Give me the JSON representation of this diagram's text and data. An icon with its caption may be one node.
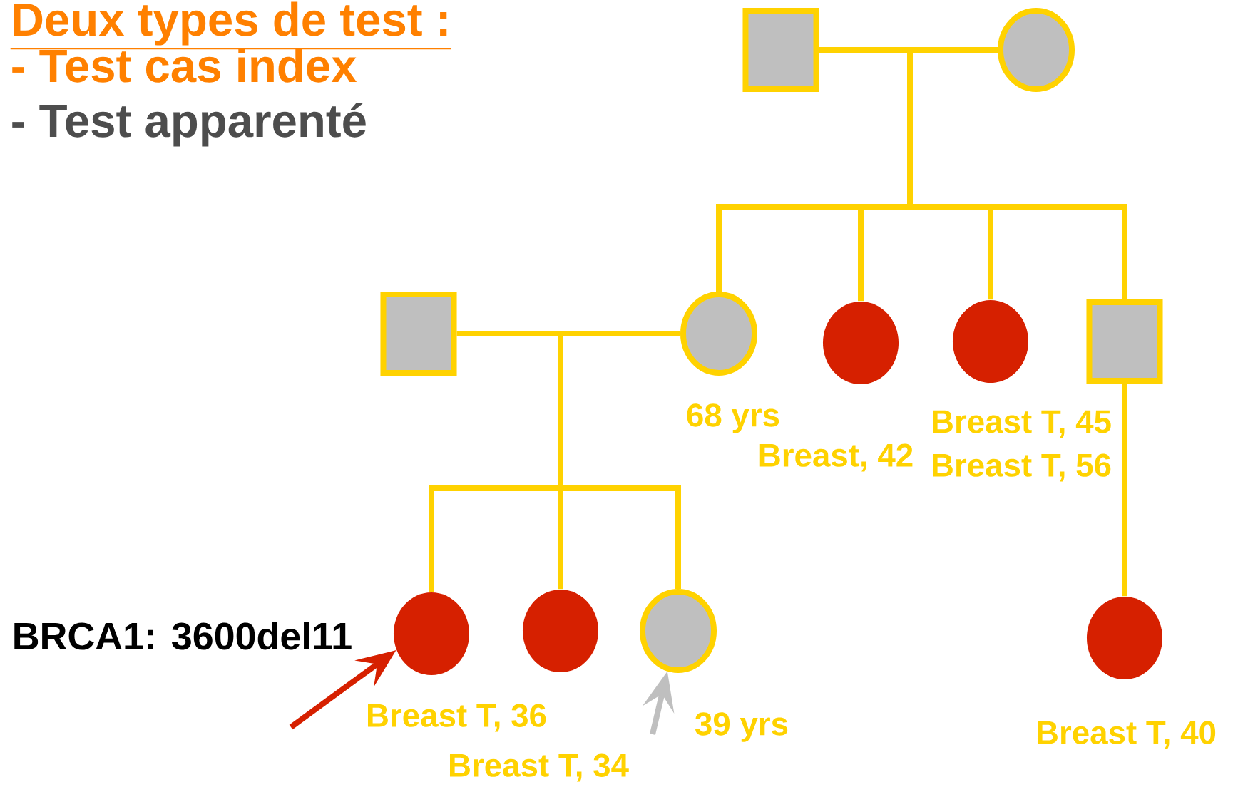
{
  "diagram": {
    "title": "Deux types de test :",
    "nodes": [
      {
        "text": [],
        "shape": "box"
      },
      {
        "text": [],
        "shape": "circle"
      },
      {
        "text": [],
        "shape": "box"
      },
      {
        "text": [],
        "shape": "circle",
        "beside": [
          "68 yrs"
        ]
      },
      {
        "text": [],
        "shape": "circle",
        "beside": [
          "Breast, 42"
        ]
      },
      {
        "text": [],
        "shape": "circle",
        "beside": [
          "Breast T, 45",
          "Breast T, 56"
        ]
      },
      {
        "text": [],
        "shape": "box"
      },
      {
        "text": [],
        "shape": "circle",
        "beside": [
          "Breast T, 36"
        ]
      },
      {
        "text": [],
        "shape": "circle",
        "beside": [
          "Breast T, 34"
        ]
      },
      {
        "text": [],
        "shape": "circle",
        "beside": [
          "39 yrs"
        ]
      },
      {
        "text": [],
        "shape": "circle",
        "beside": [
          "Breast T, 40"
        ]
      }
    ],
    "edges": [
      {
        "from": 0,
        "to": 1,
        "arrow": "none"
      },
      {
        "from": 1,
        "to": 3,
        "arrow": "none"
      },
      {
        "from": 1,
        "to": 4,
        "arrow": "none"
      },
      {
        "from": 1,
        "to": 5,
        "arrow": "none"
      },
      {
        "from": 1,
        "to": 6,
        "arrow": "none"
      },
      {
        "from": 2,
        "to": 3,
        "arrow": "none"
      },
      {
        "from": 3,
        "to": 7,
        "arrow": "none"
      },
      {
        "from": 3,
        "to": 8,
        "arrow": "none"
      },
      {
        "from": 3,
        "to": 9,
        "arrow": "none"
      },
      {
        "from": 6,
        "to": 10,
        "arrow": "none"
      },
      {
        "from": null,
        "to": 7,
        "arrow": "to",
        "color": "#d62000"
      },
      {
        "from": null,
        "to": 9,
        "arrow": "to",
        "color": "#bfbfbf"
      }
    ],
    "labels": [
      "- Test cas index",
      "- Test apparenté",
      "BRCA1: 3600del11"
    ]
  }
}
